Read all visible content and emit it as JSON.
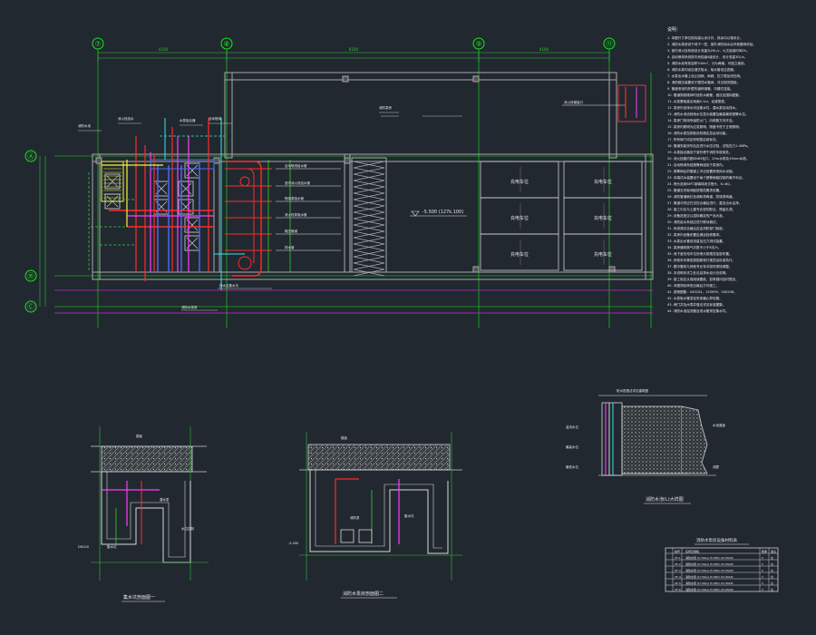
{
  "drawing": {
    "colors": {
      "background": "#212830",
      "wall": "#a9a9a9",
      "axis": "#19e619",
      "dimension": "#35c435",
      "pipe_red": "#ff2b2b",
      "pipe_magenta": "#ff3cff",
      "pipe_yellow": "#f7f33b",
      "pipe_blue": "#4d6bff",
      "pipe_cyan": "#35e6e6",
      "text": "#e8e8e8"
    },
    "axis_labels": [
      "⑦",
      "⑧",
      "⑨",
      "⑪",
      "Ⓐ",
      "Ⓑ",
      "Ⓒ"
    ],
    "elevation_label": "-5.500 (127k.100)",
    "charging_station_label": "充电车位",
    "section_titles": [
      "集水坑剖面图一",
      "消防水泵房剖面图二",
      "消防水池(L)大样图"
    ],
    "table_title": "消防水泵房设备材料表"
  }
}
